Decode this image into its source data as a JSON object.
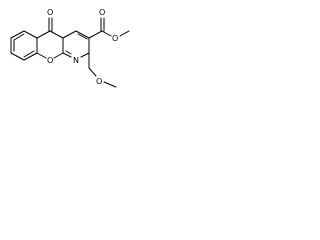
{
  "molecule": {
    "atoms": {
      "carbonyl_oxygen": "O",
      "ester_carbonyl_oxygen": "O",
      "ester_oxygen": "O",
      "ring_oxygen": "O",
      "ring_nitrogen": "N",
      "ether_oxygen": "O"
    },
    "colors": {
      "bond": "#000000",
      "label": "#000000",
      "background": "#ffffff"
    }
  }
}
